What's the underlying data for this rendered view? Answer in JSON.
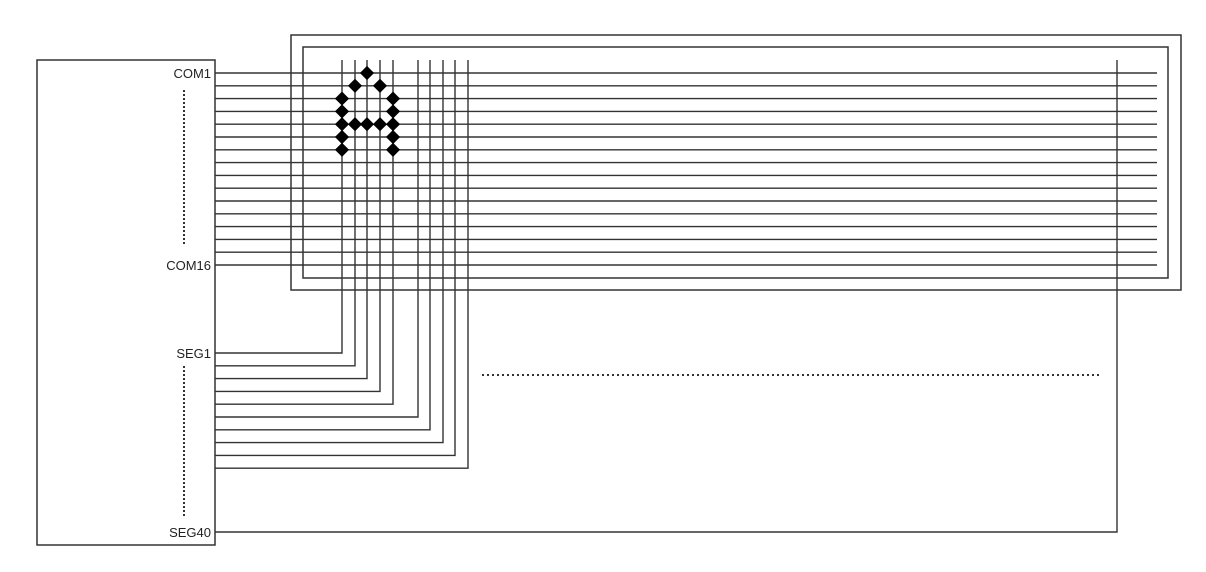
{
  "labels": {
    "com_first": "COM1",
    "com_last": "COM16",
    "seg_first": "SEG1",
    "seg_last": "SEG40"
  },
  "matrix": {
    "com_lines": 16,
    "visible_seg_lines": 10,
    "character": "A",
    "pattern": [
      "00100",
      "01010",
      "10001",
      "10001",
      "11111",
      "10001",
      "10001"
    ]
  },
  "colors": {
    "line": "#333333",
    "dot": "#000000"
  }
}
